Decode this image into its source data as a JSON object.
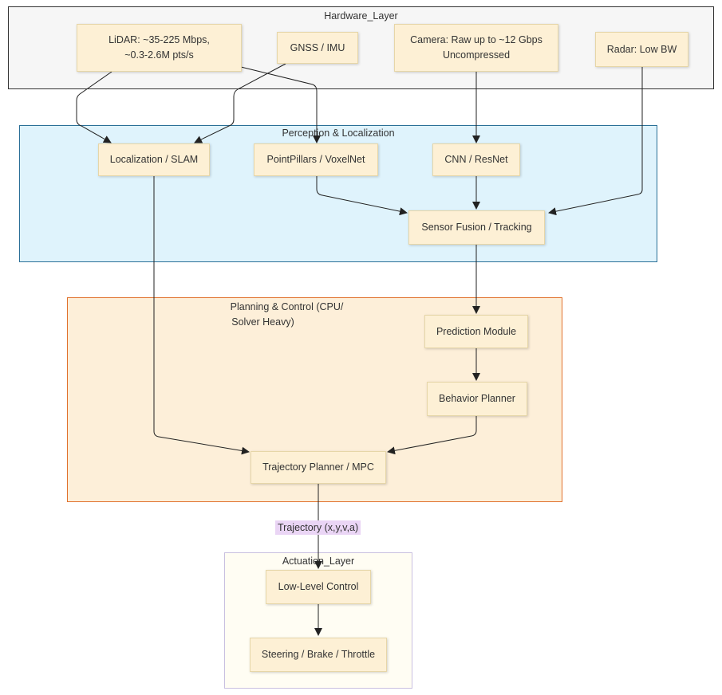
{
  "groups": {
    "hardware": "Hardware_Layer",
    "perception": "Perception & Localization",
    "planning_line1": "Planning & Control (CPU/",
    "planning_line2": "Solver Heavy)",
    "actuation": "Actuation_Layer"
  },
  "nodes": {
    "lidar_line1": "LiDAR: ~35-225 Mbps,",
    "lidar_line2": "~0.3-2.6M pts/s",
    "gnss": "GNSS / IMU",
    "camera_line1": "Camera: Raw up to ~12 Gbps",
    "camera_line2": "Uncompressed",
    "radar": "Radar: Low BW",
    "localization": "Localization / SLAM",
    "pointpillars": "PointPillars / VoxelNet",
    "cnn": "CNN / ResNet",
    "fusion": "Sensor Fusion / Tracking",
    "prediction": "Prediction Module",
    "behavior": "Behavior Planner",
    "trajectory": "Trajectory Planner / MPC",
    "lowlevel": "Low-Level Control",
    "steering": "Steering / Brake / Throttle"
  },
  "edge_labels": {
    "trajectory_to_control": "Trajectory (x,y,v,a)"
  }
}
